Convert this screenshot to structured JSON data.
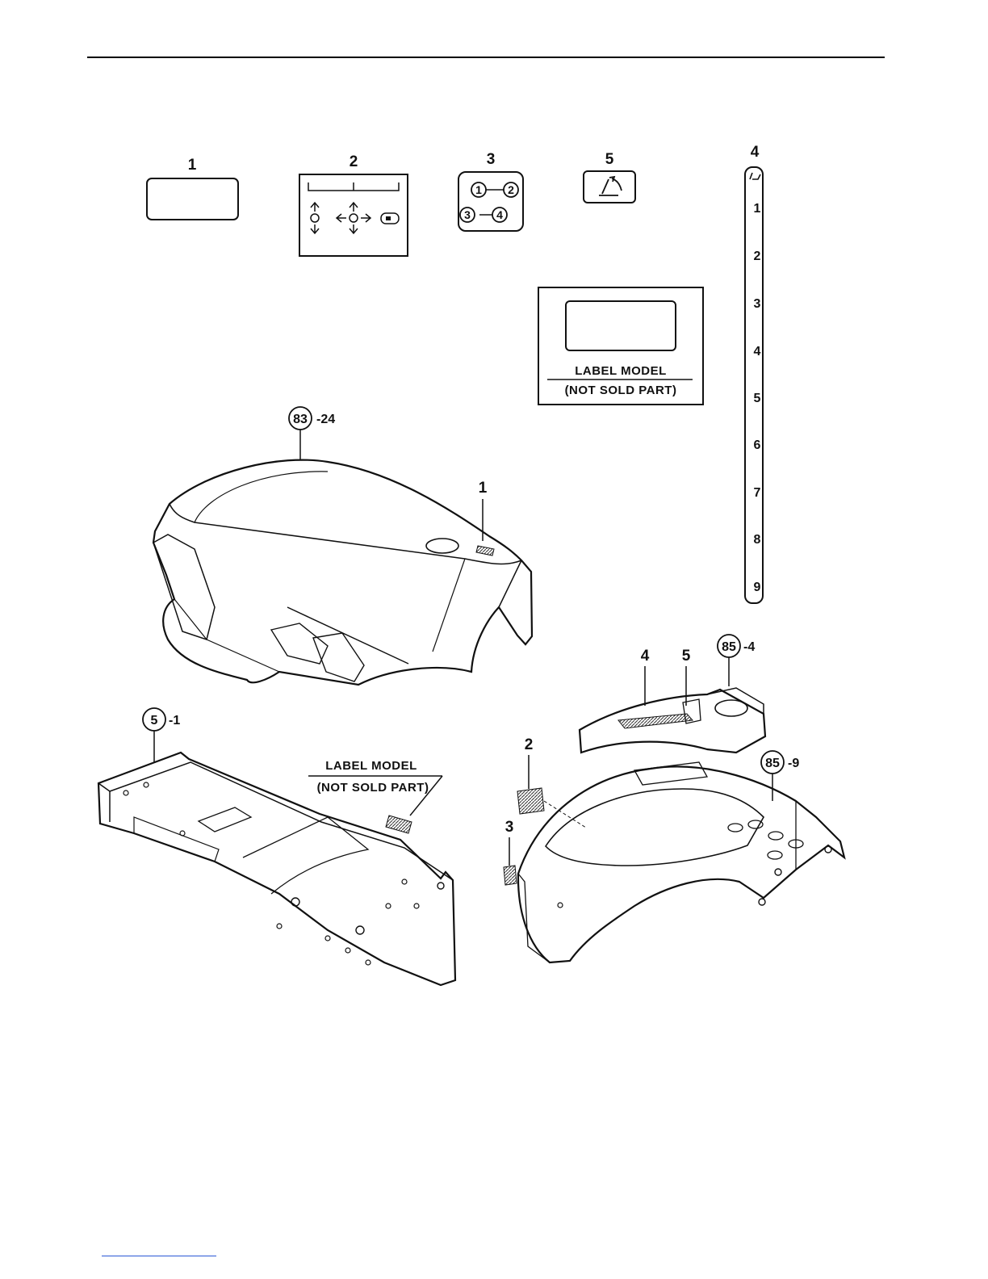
{
  "labels": {
    "decal1": "1",
    "decal2": "2",
    "decal3": "3",
    "decal5": "5",
    "strip": "4"
  },
  "decal3_numbers": [
    "1",
    "2",
    "3",
    "4"
  ],
  "strip_numbers": [
    "1",
    "2",
    "3",
    "4",
    "5",
    "6",
    "7",
    "8",
    "9"
  ],
  "label_model_box": {
    "line1": "LABEL MODEL",
    "line2": "(NOT SOLD PART)"
  },
  "hood": {
    "ref_circle": "83",
    "ref_suffix": "-24",
    "callout": "1"
  },
  "frame": {
    "ref_circle": "5",
    "ref_suffix": "-1",
    "label_line1": "LABEL MODEL",
    "label_line2": "(NOT SOLD PART)"
  },
  "console": {
    "callout_a": "4",
    "callout_b": "5",
    "ref_circle": "85",
    "ref_suffix": "-4"
  },
  "fender": {
    "callout_a": "2",
    "callout_b": "3",
    "ref_circle": "85",
    "ref_suffix": "-9"
  },
  "colors": {
    "line": "#111111",
    "link_rule": "#2a57d6"
  }
}
